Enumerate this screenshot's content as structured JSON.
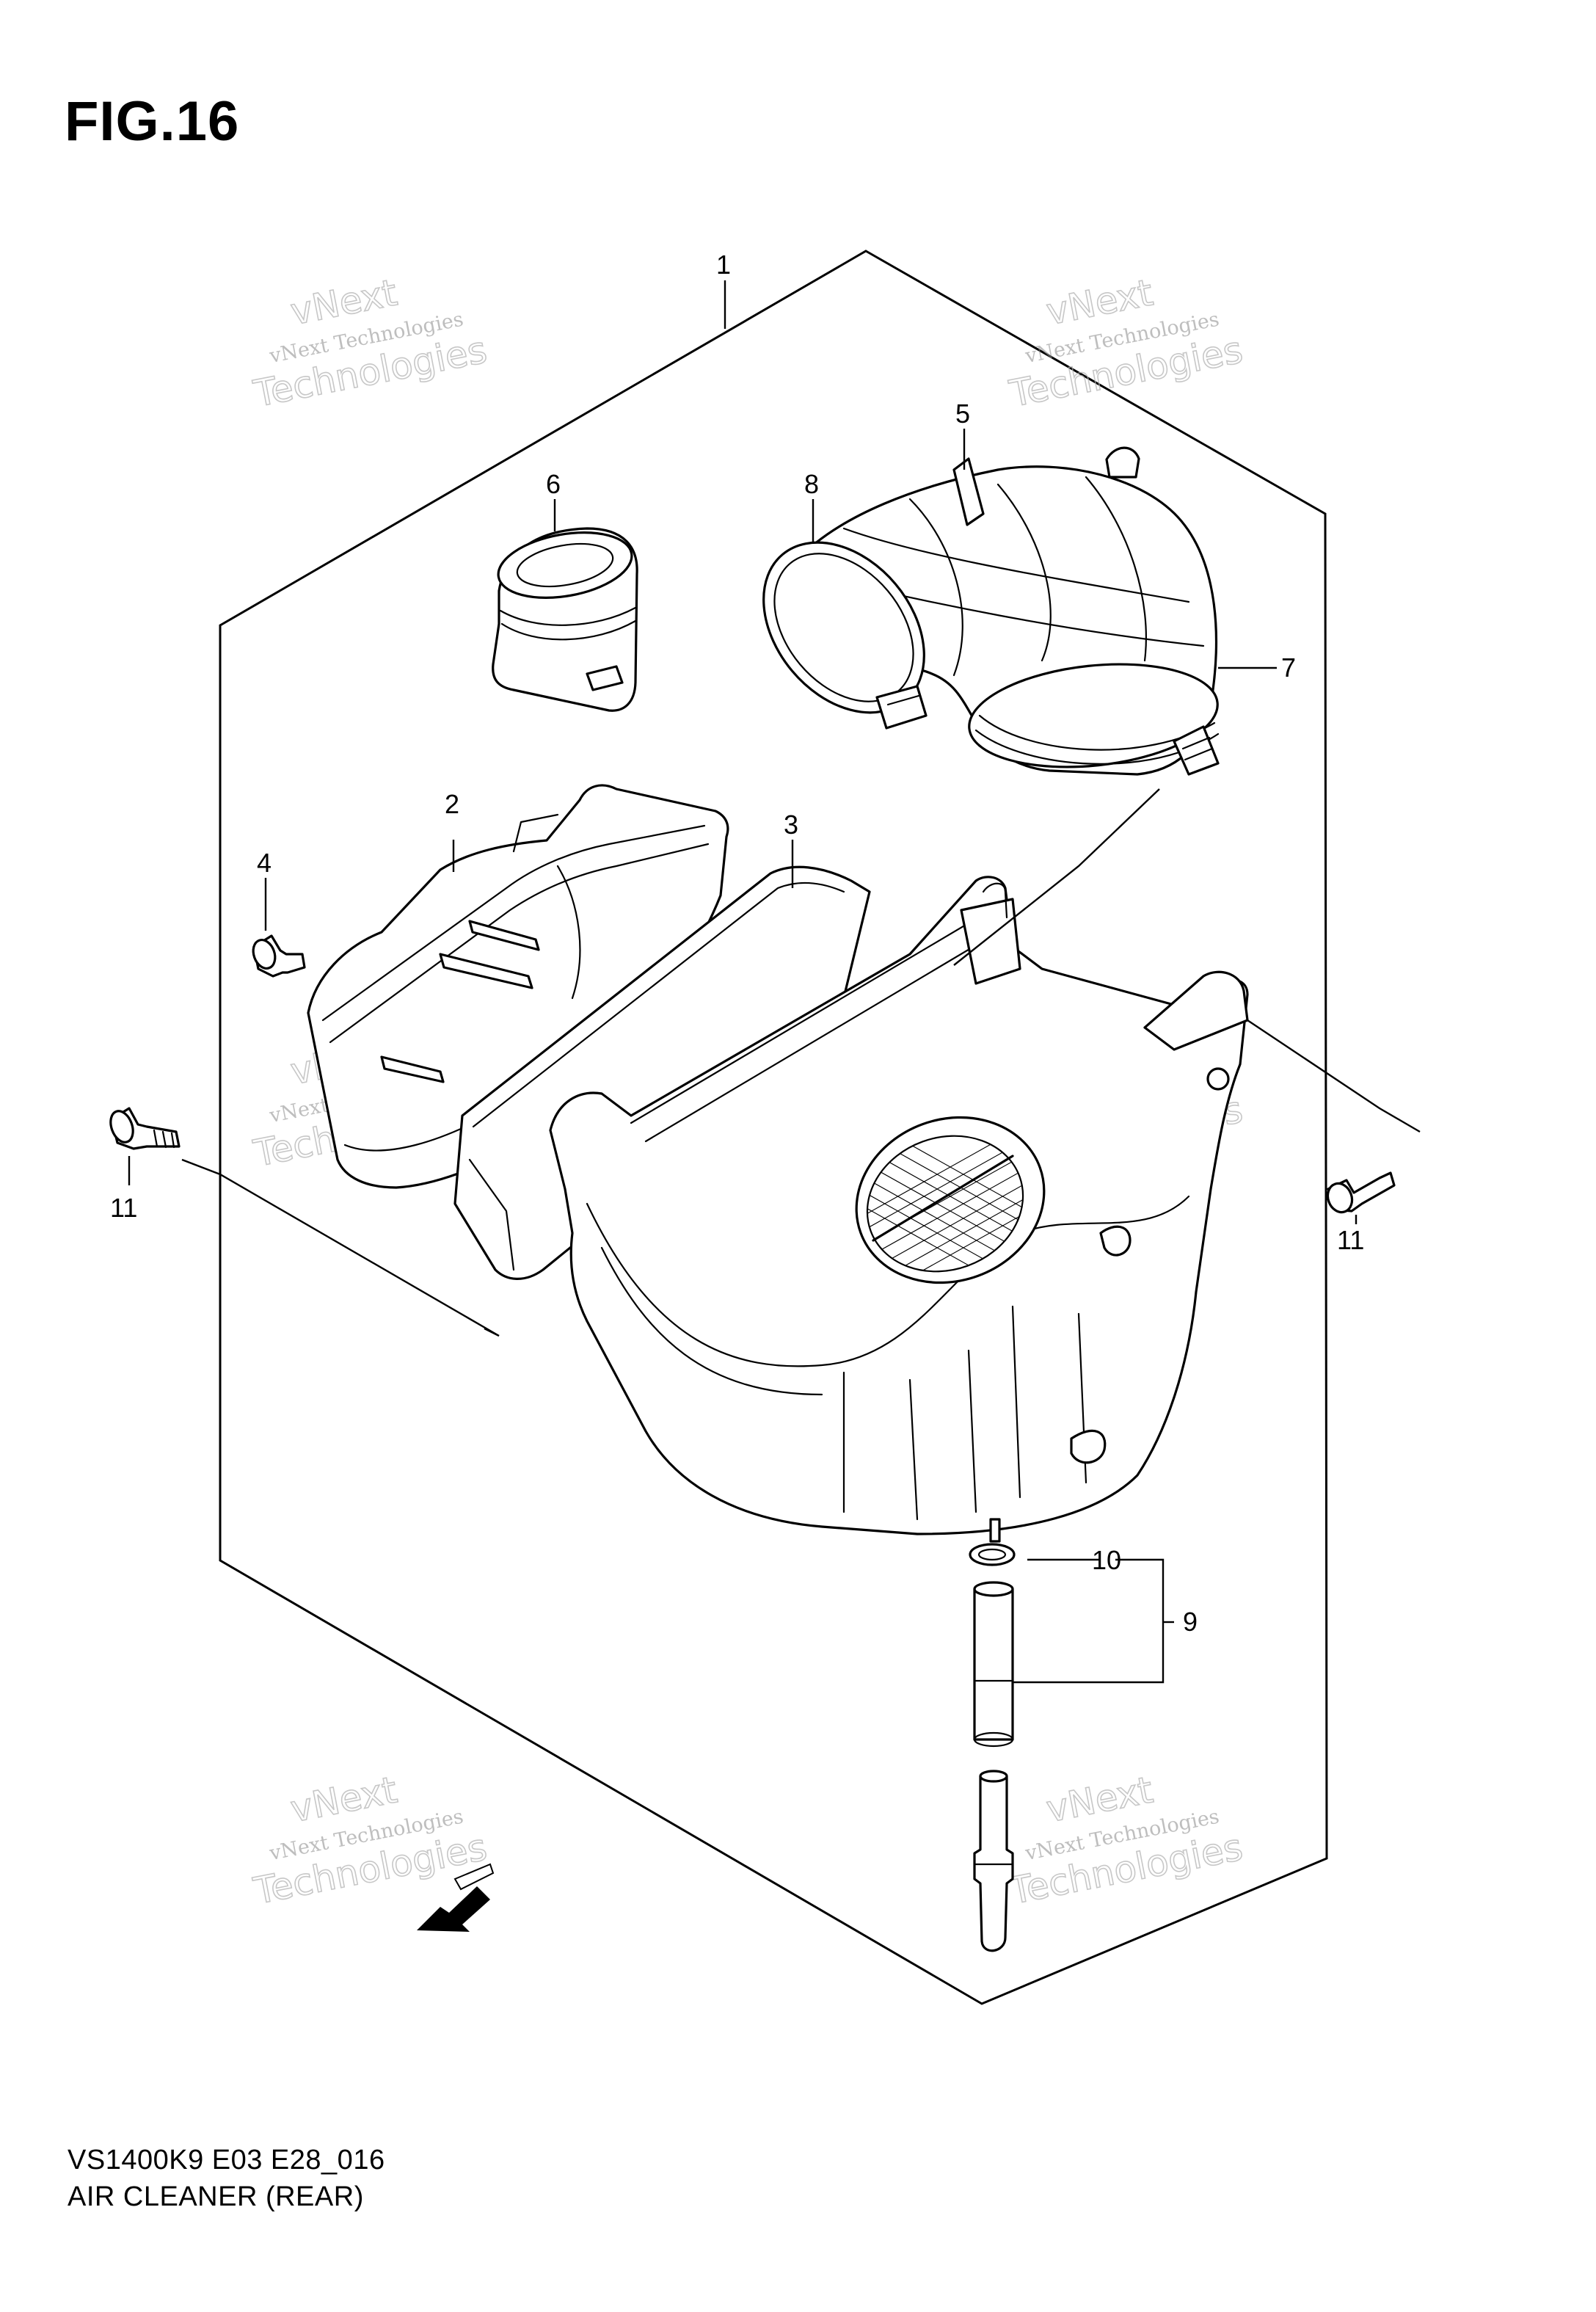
{
  "figure": {
    "title": "FIG.16"
  },
  "footer": {
    "code": "VS1400K9 E03 E28_016",
    "name": "AIR CLEANER (REAR)"
  },
  "callouts": [
    "1",
    "2",
    "3",
    "4",
    "5",
    "6",
    "7",
    "8",
    "9",
    "10",
    "11",
    "11"
  ],
  "watermark": {
    "text_small": "vNext Technologies",
    "text_big_top": "vNext",
    "text_big_bottom": "Technologies"
  },
  "icons": {
    "front_arrow": "front-direction-arrow-icon"
  }
}
